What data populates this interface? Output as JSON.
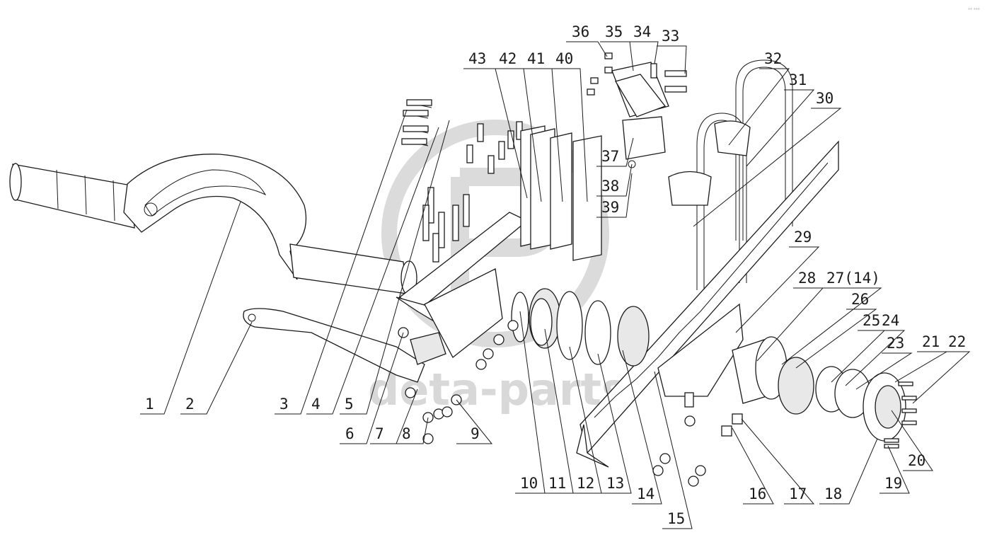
{
  "diagram": {
    "watermark_text": "deta-parts",
    "corner_mark": "°° °°°",
    "callouts": [
      "1",
      "2",
      "3",
      "4",
      "5",
      "6",
      "7",
      "8",
      "9",
      "10",
      "11",
      "12",
      "13",
      "14",
      "15",
      "16",
      "17",
      "18",
      "19",
      "20",
      "21",
      "22",
      "23",
      "24",
      "25",
      "26",
      "27(14)",
      "28",
      "29",
      "30",
      "31",
      "32",
      "33",
      "34",
      "35",
      "36",
      "37",
      "38",
      "39",
      "40",
      "41",
      "42",
      "43"
    ]
  }
}
